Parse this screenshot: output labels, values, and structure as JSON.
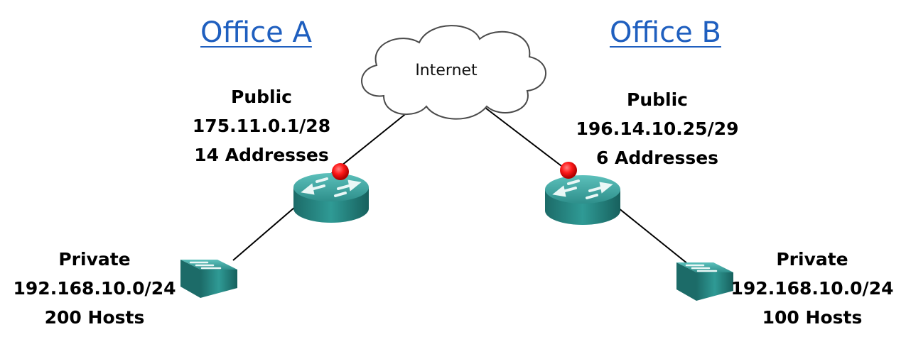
{
  "colors": {
    "title_link": "#1f5fbf",
    "device_top": "#3b9c98",
    "device_side": "#1f6e6b",
    "indicator": "#ff1a1a",
    "line": "#000000"
  },
  "icons": [
    "cloud-icon",
    "router-icon",
    "switch-icon"
  ],
  "cloud": {
    "label": "Internet"
  },
  "office_a": {
    "title": "Office A",
    "public": {
      "label": "Public",
      "network": "175.11.0.1/28",
      "count": "14 Addresses"
    },
    "private": {
      "label": "Private",
      "network": "192.168.10.0/24",
      "count": "200 Hosts"
    }
  },
  "office_b": {
    "title": "Office B",
    "public": {
      "label": "Public",
      "network": "196.14.10.25/29",
      "count": "6 Addresses"
    },
    "private": {
      "label": "Private",
      "network": "192.168.10.0/24",
      "count": "100 Hosts"
    }
  }
}
